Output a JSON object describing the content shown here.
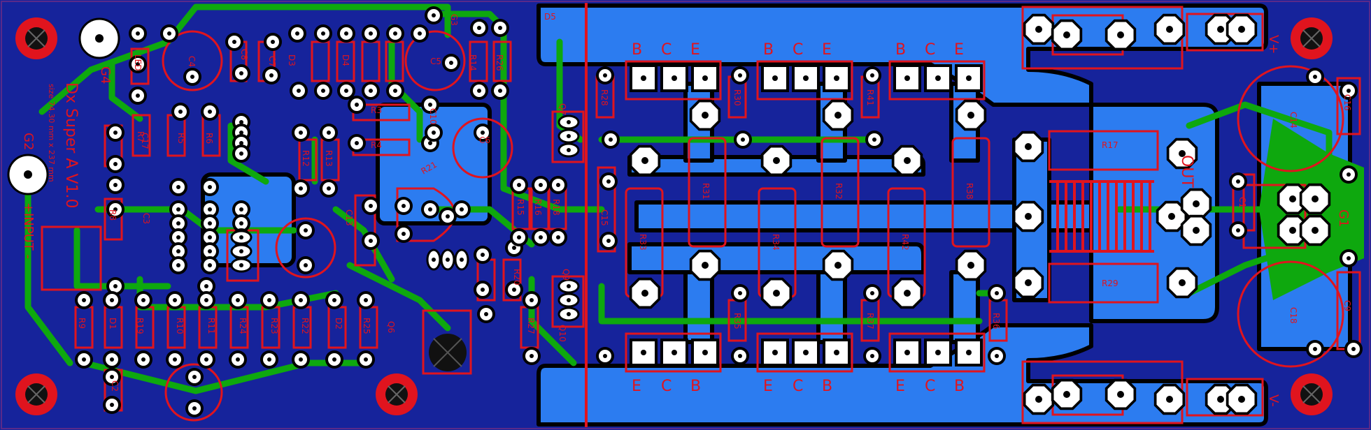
{
  "colors": {
    "board": "#16239b",
    "copper_bottom": "#2c7cf0",
    "copper_top": "#0ea80e",
    "silkscreen": "#e0141e",
    "pad": "#ffffff",
    "clearance": "#000000",
    "mount_hole_ring": "#e0141e"
  },
  "board_text": {
    "title": "Dx Super A V1.0",
    "size": "size 74.30 mm x 237 mm",
    "g2": "G2",
    "g4": "G4",
    "g1": "G1",
    "input": "INPUT -",
    "input_plus": "+",
    "out": "OUT",
    "v_plus": "V+",
    "v_minus": "V-"
  },
  "refdes": {
    "D5": "D5",
    "R3": "R3",
    "R4": "R4",
    "R5": "R5",
    "R6": "R6",
    "R7": "R7",
    "R8": "R8",
    "R9": "R9",
    "R10": "R10",
    "R11": "R11",
    "R12": "R12",
    "R13": "R13",
    "R14": "R14",
    "R15": "R15",
    "R16": "R16",
    "R17": "R17",
    "R18": "R18",
    "R19": "R19",
    "R20": "R20",
    "R21": "R21",
    "R22": "R22",
    "R23": "R23",
    "R24": "R24",
    "R25": "R25",
    "R26": "R26",
    "R27": "R27",
    "R28": "R28",
    "R29": "R29",
    "R30": "R30",
    "R31": "R31",
    "R32": "R32",
    "R33": "R33",
    "R34": "R34",
    "R35": "R35",
    "R36": "R36",
    "R37": "R37",
    "R38": "R38",
    "R41": "R41",
    "R42": "R42",
    "C1": "C1",
    "C2": "C2",
    "C3": "C3",
    "C4": "C4",
    "C5": "C5",
    "C6": "C6",
    "C7": "C7",
    "C8": "C8",
    "C9": "C9",
    "C10": "C10",
    "C13": "C13",
    "C14": "C14",
    "C15": "C15",
    "C16": "C16",
    "C17": "C17",
    "C18": "C18",
    "D1": "D1",
    "D2": "D2",
    "D3": "D3",
    "D4": "D4",
    "Q6": "Q6",
    "Q7": "Q7",
    "Q9": "Q9",
    "Q10": "Q10",
    "G3": "G3",
    "LED": "LED"
  },
  "transistor_pins": {
    "top": [
      "B",
      "C",
      "E"
    ],
    "bottom": [
      "E",
      "C",
      "B"
    ]
  }
}
